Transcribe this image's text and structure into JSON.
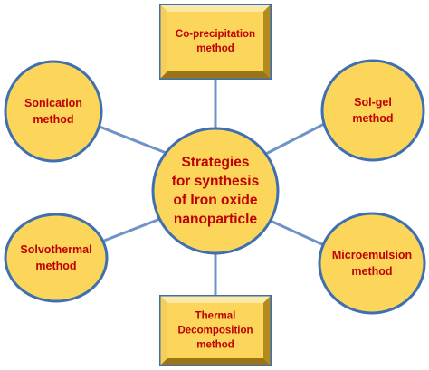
{
  "diagram": {
    "center": {
      "lines": [
        "Strategies",
        "for synthesis",
        "of Iron oxide",
        "nanoparticle"
      ]
    },
    "nodes": [
      {
        "id": "co-precipitation",
        "shape": "bevel-box",
        "lines": [
          "Co-precipitation",
          "method"
        ]
      },
      {
        "id": "sonication",
        "shape": "ellipse",
        "lines": [
          "Sonication",
          "method"
        ]
      },
      {
        "id": "sol-gel",
        "shape": "ellipse",
        "lines": [
          "Sol-gel",
          "method"
        ]
      },
      {
        "id": "solvothermal",
        "shape": "ellipse",
        "lines": [
          "Solvothermal",
          "method"
        ]
      },
      {
        "id": "microemulsion",
        "shape": "ellipse",
        "lines": [
          "Microemulsion",
          "method"
        ]
      },
      {
        "id": "thermal-decomposition",
        "shape": "bevel-box",
        "lines": [
          "Thermal",
          "Decomposition",
          "method"
        ]
      }
    ],
    "colors": {
      "fill": "#fcd55b",
      "stroke": "#3e6fb0",
      "text": "#c00000",
      "connector": "#6f93c7",
      "bevel_light": "#fde9a6",
      "bevel_dark": "#b28b1f",
      "bevel_mid": "#e0ad2a"
    }
  }
}
